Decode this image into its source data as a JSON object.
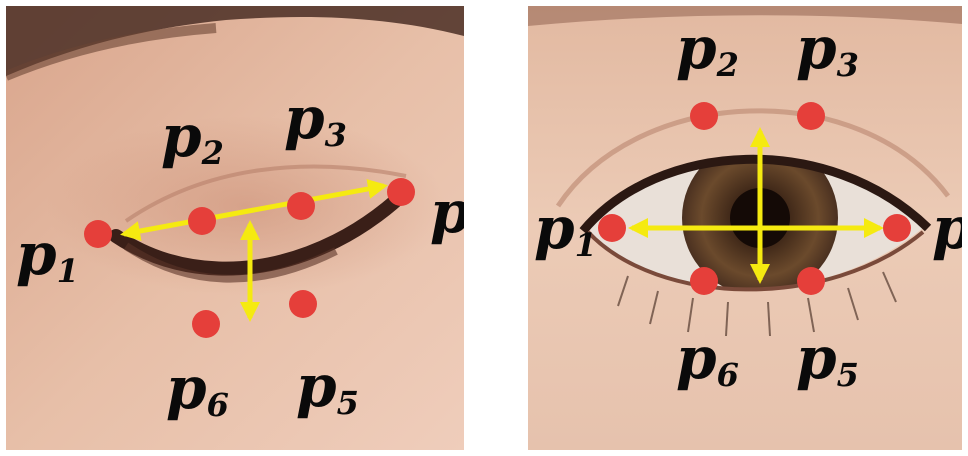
{
  "colors": {
    "landmark": "#e53f3a",
    "arrow": "#f5ea10",
    "label": "#0a0a0a",
    "skin_left": "#e4b8a0",
    "skin_right": "#e9c7b1"
  },
  "panels": [
    {
      "state": "closed-eye",
      "labels": {
        "p1": {
          "base": "p",
          "sub": "1"
        },
        "p2": {
          "base": "p",
          "sub": "2"
        },
        "p3": {
          "base": "p",
          "sub": "3"
        },
        "p4": {
          "base": "p",
          "sub": ""
        },
        "p5": {
          "base": "p",
          "sub": "5"
        },
        "p6": {
          "base": "p",
          "sub": "6"
        }
      }
    },
    {
      "state": "open-eye",
      "labels": {
        "p1": {
          "base": "p",
          "sub": "1"
        },
        "p2": {
          "base": "p",
          "sub": "2"
        },
        "p3": {
          "base": "p",
          "sub": "3"
        },
        "p4": {
          "base": "p",
          "sub": ""
        },
        "p5": {
          "base": "p",
          "sub": "5"
        },
        "p6": {
          "base": "p",
          "sub": "6"
        }
      }
    }
  ]
}
